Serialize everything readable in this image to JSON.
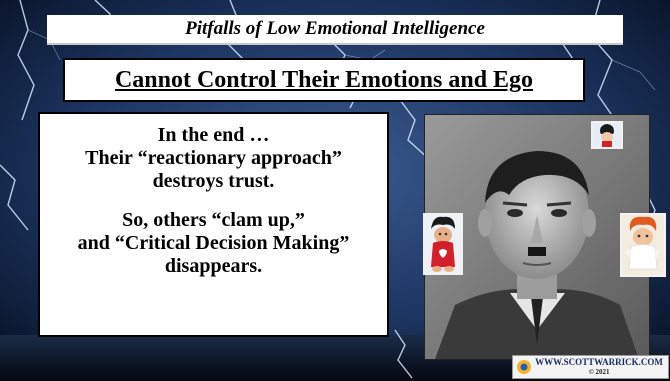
{
  "slide": {
    "banner_title": "Pitfalls of Low Emotional Intelligence",
    "subtitle": "Cannot Control Their Emotions and Ego",
    "body_lines": [
      "In the end …",
      "Their “reactionary approach”",
      "destroys trust.",
      "So, others “clam up,”",
      "and “Critical Decision Making”",
      "disappears."
    ]
  },
  "footer": {
    "website": "WWW.SCOTTWARRICK.COM",
    "copyright": "© 2021"
  },
  "colors": {
    "background": "#0b1a35",
    "banner": "#ffffff",
    "text": "#000000",
    "footer_text": "#1a2b6b"
  },
  "icons": [
    "lightning-background",
    "portrait-photo",
    "troll-doll-red",
    "troll-doll-white",
    "logo-icon"
  ]
}
